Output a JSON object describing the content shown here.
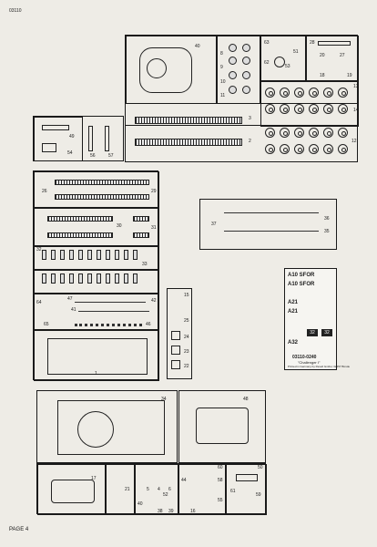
{
  "header": {
    "code": "03110"
  },
  "footer": {
    "page_label": "PAGE 4"
  },
  "parts": {
    "p40": "40",
    "p8": "8",
    "p9": "9",
    "p10": "10",
    "p11": "11",
    "p63": "63",
    "p51": "51",
    "p62": "62",
    "p53": "53",
    "p28": "28",
    "p20": "20",
    "p27": "27",
    "p18": "18",
    "p19": "19",
    "p13": "13",
    "p14": "14",
    "p12": "12",
    "p3": "3",
    "p2": "2",
    "p49": "49",
    "p54": "54",
    "p56": "56",
    "p57": "57",
    "p26": "26",
    "p29": "29",
    "p30": "30",
    "p31": "31",
    "p32": "32",
    "p33": "33",
    "p37": "37",
    "p36": "36",
    "p35": "35",
    "p64": "64",
    "p65": "65",
    "p47": "47",
    "p42": "42",
    "p41": "41",
    "p46": "46",
    "p1": "1",
    "p15": "15",
    "p25": "25",
    "p24": "24",
    "p23": "23",
    "p22": "22",
    "p34": "34",
    "p48": "48",
    "p17": "17",
    "p21": "21",
    "p5": "5",
    "p4": "4",
    "p6": "6",
    "p52": "52",
    "p44": "44",
    "p60": "60",
    "p58": "58",
    "p50": "50",
    "p55": "55",
    "p61": "61",
    "p59": "59",
    "p40b": "40",
    "p38": "38",
    "p39": "39",
    "p16": "16"
  },
  "decals": {
    "a10_1": "A10 SFOR",
    "a10_2": "A10 SFOR",
    "a21": "A21",
    "a21b": "A21",
    "a32": "A32",
    "b32": "32",
    "c32": "32",
    "code": "03110-0240",
    "name": "\"Challenger I\"",
    "printer": "Printed in Germany by Revell GmbH, 32257 Bünde"
  }
}
